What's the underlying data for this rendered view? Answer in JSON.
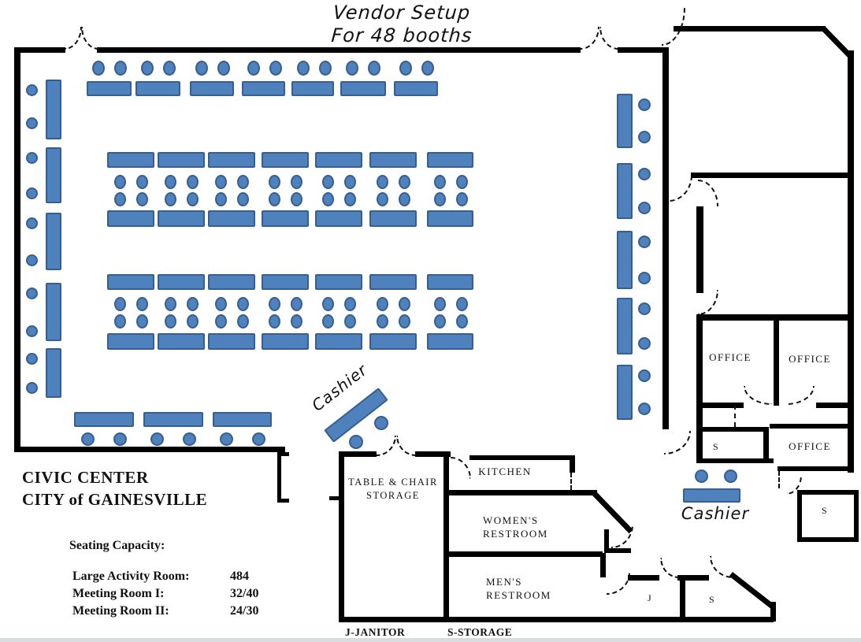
{
  "title": {
    "line1": "Vendor Setup",
    "line2": "For 48 booths"
  },
  "info": {
    "building_line1": "CIVIC CENTER",
    "building_line2": "CITY of GAINESVILLE",
    "seating_heading": "Seating Capacity:",
    "seating": [
      {
        "room": "Large Activity Room:",
        "capacity": "484"
      },
      {
        "room": "Meeting Room I:",
        "capacity": "32/40"
      },
      {
        "room": "Meeting Room II:",
        "capacity": "24/30"
      }
    ],
    "legend_janitor": "J-JANITOR",
    "legend_storage": "S-STORAGE"
  },
  "room_labels": {
    "office1": "OFFICE",
    "office2": "OFFICE",
    "office3": "OFFICE",
    "kitchen": "KITCHEN",
    "storage_line1": "TABLE & CHAIR",
    "storage_line2": "STORAGE",
    "womens_line1": "WOMEN'S",
    "womens_line2": "RESTROOM",
    "mens_line1": "MEN'S",
    "mens_line2": "RESTROOM",
    "s_small": "S",
    "s_lower": "S",
    "s_right": "S",
    "j": "J",
    "cashier_center": "Cashier",
    "cashier_right": "Cashier"
  },
  "colors": {
    "furniture": "#4f81bd",
    "furniture_border": "#365f91",
    "wall": "#000000"
  },
  "floorplan": {
    "booth_table_count": 48,
    "tables": [
      [
        58,
        101,
        20,
        76
      ],
      [
        58,
        187,
        20,
        71
      ],
      [
        58,
        270,
        20,
        73
      ],
      [
        58,
        359,
        20,
        74
      ],
      [
        58,
        442,
        20,
        63
      ],
      [
        110,
        103,
        57,
        19
      ],
      [
        172,
        103,
        57,
        19
      ],
      [
        241,
        103,
        56,
        19
      ],
      [
        307,
        103,
        55,
        19
      ],
      [
        370,
        103,
        54,
        19
      ],
      [
        432,
        103,
        58,
        19
      ],
      [
        500,
        103,
        56,
        19
      ],
      [
        136,
        193,
        60,
        20
      ],
      [
        200,
        193,
        60,
        20
      ],
      [
        264,
        193,
        60,
        20
      ],
      [
        332,
        193,
        60,
        20
      ],
      [
        400,
        193,
        60,
        20
      ],
      [
        469,
        193,
        60,
        20
      ],
      [
        542,
        193,
        59,
        20
      ],
      [
        136,
        267,
        60,
        21
      ],
      [
        200,
        267,
        60,
        21
      ],
      [
        264,
        267,
        60,
        21
      ],
      [
        332,
        267,
        60,
        21
      ],
      [
        400,
        267,
        60,
        21
      ],
      [
        469,
        267,
        60,
        21
      ],
      [
        542,
        267,
        59,
        21
      ],
      [
        136,
        348,
        60,
        20
      ],
      [
        200,
        348,
        60,
        20
      ],
      [
        264,
        348,
        60,
        20
      ],
      [
        332,
        348,
        60,
        20
      ],
      [
        400,
        348,
        60,
        20
      ],
      [
        469,
        348,
        60,
        20
      ],
      [
        542,
        348,
        59,
        20
      ],
      [
        136,
        423,
        60,
        21
      ],
      [
        200,
        423,
        60,
        21
      ],
      [
        264,
        423,
        60,
        21
      ],
      [
        332,
        423,
        60,
        21
      ],
      [
        400,
        423,
        60,
        21
      ],
      [
        469,
        423,
        60,
        21
      ],
      [
        542,
        423,
        59,
        21
      ],
      [
        94,
        523,
        76,
        19
      ],
      [
        182,
        523,
        76,
        19
      ],
      [
        270,
        523,
        75,
        19
      ],
      [
        783,
        119,
        20,
        69
      ],
      [
        783,
        207,
        20,
        71
      ],
      [
        783,
        293,
        20,
        74
      ],
      [
        783,
        378,
        20,
        72
      ],
      [
        783,
        463,
        20,
        70
      ],
      [
        408,
        517,
        88,
        20,
        -38
      ],
      [
        867,
        620,
        73,
        18
      ]
    ],
    "chairs": [
      [
        40,
        114,
        15,
        15
      ],
      [
        40,
        156,
        15,
        15
      ],
      [
        40,
        200,
        15,
        15
      ],
      [
        40,
        245,
        15,
        15
      ],
      [
        40,
        283,
        15,
        15
      ],
      [
        40,
        330,
        15,
        15
      ],
      [
        40,
        372,
        15,
        15
      ],
      [
        40,
        420,
        15,
        15
      ],
      [
        40,
        455,
        15,
        15
      ],
      [
        40,
        492,
        15,
        15
      ],
      [
        125,
        86,
        16,
        19
      ],
      [
        153,
        86,
        16,
        19
      ],
      [
        187,
        86,
        16,
        19
      ],
      [
        215,
        86,
        16,
        19
      ],
      [
        256,
        86,
        16,
        19
      ],
      [
        284,
        86,
        16,
        19
      ],
      [
        322,
        86,
        16,
        19
      ],
      [
        350,
        86,
        16,
        19
      ],
      [
        385,
        86,
        16,
        19
      ],
      [
        413,
        86,
        16,
        19
      ],
      [
        447,
        86,
        16,
        19
      ],
      [
        475,
        86,
        16,
        19
      ],
      [
        515,
        86,
        16,
        19
      ],
      [
        543,
        86,
        16,
        19
      ],
      [
        152,
        231,
        15,
        18
      ],
      [
        180,
        231,
        15,
        18
      ],
      [
        216,
        231,
        15,
        18
      ],
      [
        244,
        231,
        15,
        18
      ],
      [
        280,
        231,
        15,
        18
      ],
      [
        308,
        231,
        15,
        18
      ],
      [
        348,
        231,
        15,
        18
      ],
      [
        376,
        231,
        15,
        18
      ],
      [
        416,
        231,
        15,
        18
      ],
      [
        444,
        231,
        15,
        18
      ],
      [
        485,
        231,
        15,
        18
      ],
      [
        513,
        231,
        15,
        18
      ],
      [
        558,
        231,
        15,
        18
      ],
      [
        586,
        231,
        15,
        18
      ],
      [
        152,
        253,
        15,
        18
      ],
      [
        180,
        253,
        15,
        18
      ],
      [
        216,
        253,
        15,
        18
      ],
      [
        244,
        253,
        15,
        18
      ],
      [
        280,
        253,
        15,
        18
      ],
      [
        308,
        253,
        15,
        18
      ],
      [
        348,
        253,
        15,
        18
      ],
      [
        376,
        253,
        15,
        18
      ],
      [
        416,
        253,
        15,
        18
      ],
      [
        444,
        253,
        15,
        18
      ],
      [
        485,
        253,
        15,
        18
      ],
      [
        513,
        253,
        15,
        18
      ],
      [
        558,
        253,
        15,
        18
      ],
      [
        586,
        253,
        15,
        18
      ],
      [
        152,
        386,
        15,
        18
      ],
      [
        180,
        386,
        15,
        18
      ],
      [
        216,
        386,
        15,
        18
      ],
      [
        244,
        386,
        15,
        18
      ],
      [
        280,
        386,
        15,
        18
      ],
      [
        308,
        386,
        15,
        18
      ],
      [
        348,
        386,
        15,
        18
      ],
      [
        376,
        386,
        15,
        18
      ],
      [
        416,
        386,
        15,
        18
      ],
      [
        444,
        386,
        15,
        18
      ],
      [
        485,
        386,
        15,
        18
      ],
      [
        513,
        386,
        15,
        18
      ],
      [
        558,
        386,
        15,
        18
      ],
      [
        586,
        386,
        15,
        18
      ],
      [
        152,
        408,
        15,
        18
      ],
      [
        180,
        408,
        15,
        18
      ],
      [
        216,
        408,
        15,
        18
      ],
      [
        244,
        408,
        15,
        18
      ],
      [
        280,
        408,
        15,
        18
      ],
      [
        308,
        408,
        15,
        18
      ],
      [
        348,
        408,
        15,
        18
      ],
      [
        376,
        408,
        15,
        18
      ],
      [
        416,
        408,
        15,
        18
      ],
      [
        444,
        408,
        15,
        18
      ],
      [
        485,
        408,
        15,
        18
      ],
      [
        513,
        408,
        15,
        18
      ],
      [
        558,
        408,
        15,
        18
      ],
      [
        586,
        408,
        15,
        18
      ],
      [
        111,
        557,
        17,
        17
      ],
      [
        152,
        557,
        17,
        17
      ],
      [
        199,
        557,
        17,
        17
      ],
      [
        240,
        557,
        17,
        17
      ],
      [
        287,
        557,
        17,
        17
      ],
      [
        328,
        557,
        17,
        17
      ],
      [
        818,
        133,
        16,
        16
      ],
      [
        818,
        174,
        16,
        16
      ],
      [
        818,
        221,
        16,
        16
      ],
      [
        818,
        264,
        16,
        16
      ],
      [
        818,
        307,
        16,
        16
      ],
      [
        818,
        353,
        16,
        16
      ],
      [
        818,
        392,
        16,
        16
      ],
      [
        818,
        436,
        16,
        16
      ],
      [
        818,
        477,
        16,
        16
      ],
      [
        818,
        519,
        16,
        16
      ],
      [
        452,
        561,
        18,
        18
      ],
      [
        484,
        537,
        18,
        18
      ],
      [
        890,
        604,
        17,
        17
      ],
      [
        927,
        604,
        17,
        17
      ]
    ],
    "walls": [
      [
        18,
        60,
        65,
        7
      ],
      [
        123,
        60,
        614,
        7
      ],
      [
        784,
        60,
        65,
        7
      ],
      [
        18,
        60,
        8,
        514
      ],
      [
        18,
        567,
        344,
        7
      ],
      [
        352,
        574,
        5,
        64
      ],
      [
        352,
        574,
        15,
        5
      ],
      [
        352,
        633,
        15,
        5
      ],
      [
        841,
        63,
        8,
        482
      ],
      [
        855,
        33,
        193,
        7
      ],
      [
        1047,
        33,
        52,
        7,
        45.8
      ],
      [
        1076,
        64,
        8,
        336
      ],
      [
        877,
        219,
        207,
        7
      ],
      [
        884,
        262,
        9,
        110
      ],
      [
        884,
        399,
        200,
        8
      ],
      [
        884,
        399,
        8,
        189
      ],
      [
        1076,
        399,
        8,
        201
      ],
      [
        982,
        407,
        7,
        108
      ],
      [
        884,
        511,
        60,
        7
      ],
      [
        1036,
        511,
        48,
        7
      ],
      [
        884,
        542,
        92,
        6
      ],
      [
        969,
        542,
        7,
        46
      ],
      [
        884,
        582,
        98,
        6
      ],
      [
        977,
        538,
        107,
        6
      ],
      [
        987,
        592,
        89,
        6
      ],
      [
        1012,
        622,
        73,
        6
      ],
      [
        1012,
        622,
        6,
        60
      ],
      [
        1012,
        682,
        78,
        6
      ],
      [
        1084,
        622,
        6,
        66
      ],
      [
        430,
        573,
        7,
        217
      ],
      [
        430,
        573,
        48,
        7
      ],
      [
        527,
        573,
        45,
        7
      ],
      [
        563,
        578,
        7,
        212
      ],
      [
        418,
        630,
        12,
        5
      ],
      [
        430,
        783,
        552,
        7
      ],
      [
        596,
        578,
        134,
        6
      ],
      [
        723,
        578,
        7,
        22
      ],
      [
        565,
        622,
        193,
        7
      ],
      [
        755,
        622,
        70,
        7,
        46
      ],
      [
        565,
        700,
        200,
        7
      ],
      [
        767,
        672,
        6,
        28
      ],
      [
        767,
        696,
        34,
        6
      ],
      [
        762,
        702,
        7,
        31
      ],
      [
        797,
        730,
        40,
        7
      ],
      [
        860,
        730,
        40,
        7
      ],
      [
        863,
        735,
        7,
        52
      ],
      [
        930,
        726,
        69,
        7,
        38
      ],
      [
        978,
        764,
        7,
        25
      ]
    ],
    "doors": [
      [
        82,
        34,
        20,
        27,
        "br"
      ],
      [
        103,
        34,
        20,
        27,
        "bl"
      ],
      [
        737,
        34,
        22,
        27,
        "br"
      ],
      [
        761,
        34,
        22,
        27,
        "bl"
      ],
      [
        478,
        553,
        23,
        24,
        "br"
      ],
      [
        503,
        553,
        23,
        24,
        "bl"
      ],
      [
        572,
        580,
        24,
        26,
        "tr"
      ],
      [
        724,
        600,
        12,
        22,
        "v"
      ],
      [
        843,
        547,
        32,
        28,
        "br"
      ],
      [
        840,
        10,
        28,
        46,
        "br"
      ],
      [
        849,
        222,
        28,
        32,
        "br"
      ],
      [
        886,
        228,
        24,
        32,
        "tr"
      ],
      [
        886,
        368,
        24,
        30,
        "br"
      ],
      [
        944,
        490,
        34,
        22,
        "bl"
      ],
      [
        998,
        490,
        34,
        22,
        "br"
      ],
      [
        932,
        514,
        18,
        28,
        "v"
      ],
      [
        988,
        598,
        12,
        22,
        "v"
      ],
      [
        998,
        604,
        18,
        22,
        "br"
      ],
      [
        776,
        666,
        26,
        28,
        "br"
      ],
      [
        770,
        727,
        28,
        26,
        "br"
      ],
      [
        838,
        708,
        22,
        24,
        "bl"
      ],
      [
        901,
        706,
        28,
        26,
        "bl"
      ]
    ]
  }
}
